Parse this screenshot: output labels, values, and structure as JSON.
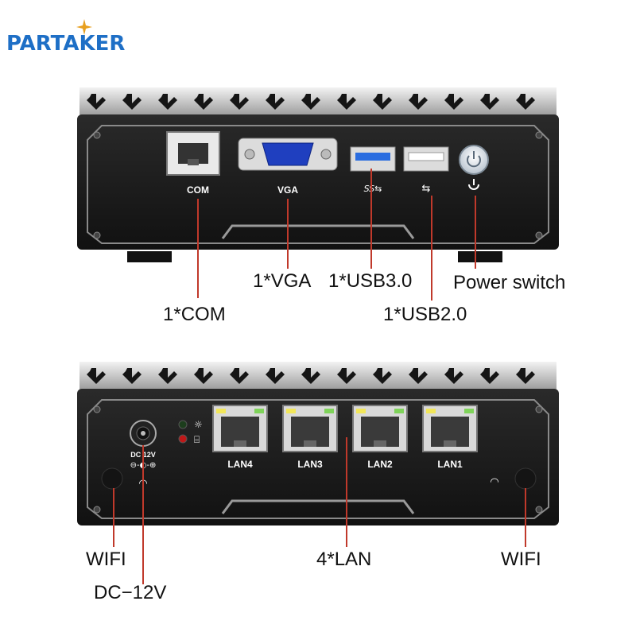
{
  "brand": {
    "logo_text": "PARTAKER",
    "accent": "#1e6fc6"
  },
  "front_panel": {
    "ports": {
      "com": "COM",
      "vga": "VGA"
    },
    "callouts": {
      "vga": "1*VGA",
      "usb3": "1*USB3.0",
      "power": "Power switch",
      "com": "1*COM",
      "usb2": "1*USB2.0"
    }
  },
  "back_panel": {
    "power_jack": "DC 12V",
    "lan_ports": [
      "LAN4",
      "LAN3",
      "LAN2",
      "LAN1"
    ],
    "callouts": {
      "wifi_left": "WIFI",
      "lan": "4*LAN",
      "wifi_right": "WIFI",
      "dc": "DC−12V"
    }
  },
  "colors": {
    "chassis": "#1a1a1a",
    "callout_line": "#c0392b",
    "vga_blue": "#1f3fbf",
    "usb3_blue": "#2a6de0"
  }
}
